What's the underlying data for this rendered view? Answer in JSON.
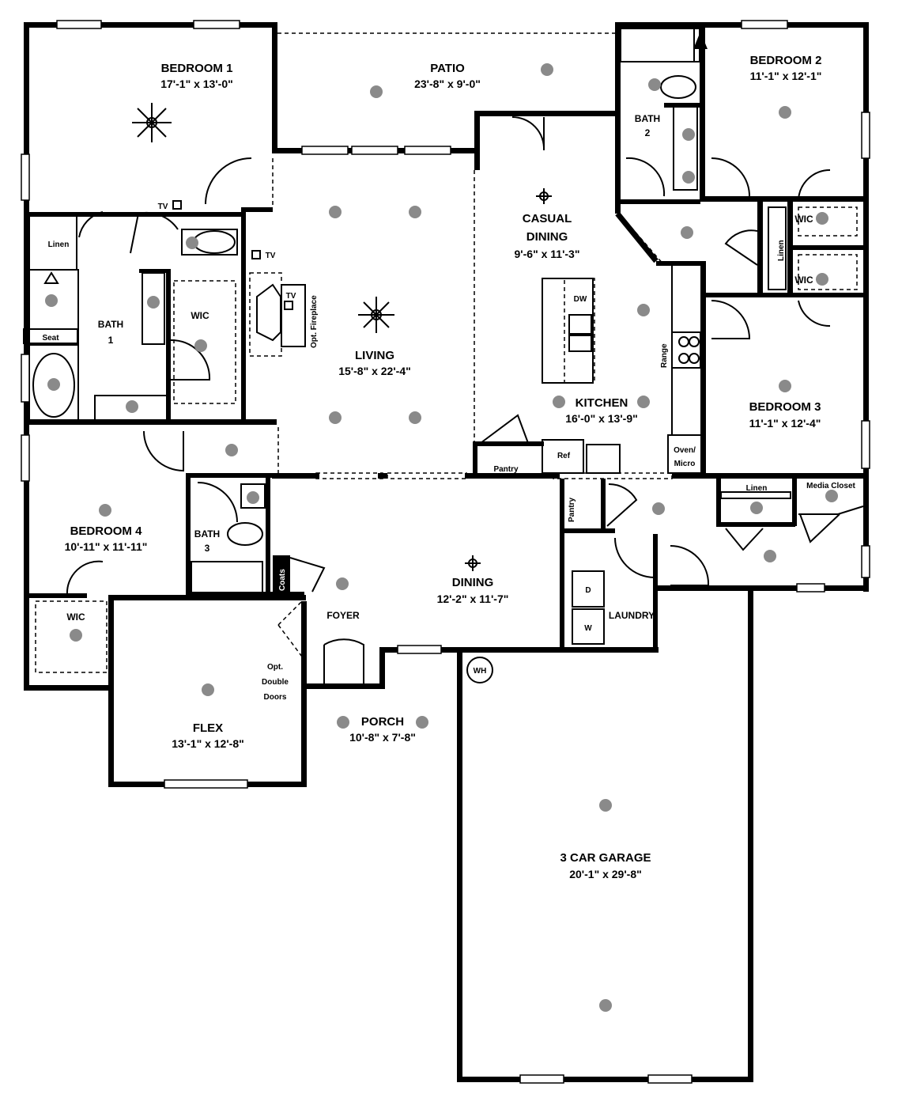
{
  "rooms": {
    "bedroom1": {
      "name": "BEDROOM 1",
      "dim": "17'-1\" x 13'-0\""
    },
    "patio": {
      "name": "PATIO",
      "dim": "23'-8\" x 9'-0\""
    },
    "bedroom2": {
      "name": "BEDROOM 2",
      "dim": "11'-1\" x 12'-1\""
    },
    "bath2": {
      "name": "BATH",
      "num": "2"
    },
    "casual_dining": {
      "name1": "CASUAL",
      "name2": "DINING",
      "dim": "9'-6\" x 11'-3\""
    },
    "living": {
      "name": "LIVING",
      "dim": "15'-8\" x 22'-4\""
    },
    "bath1": {
      "name": "BATH",
      "num": "1"
    },
    "kitchen": {
      "name": "KITCHEN",
      "dim": "16'-0\" x 13'-9\""
    },
    "bedroom3": {
      "name": "BEDROOM 3",
      "dim": "11'-1\" x 12'-4\""
    },
    "bedroom4": {
      "name": "BEDROOM 4",
      "dim": "10'-11\" x 11'-11\""
    },
    "bath3": {
      "name": "BATH",
      "num": "3"
    },
    "dining": {
      "name": "DINING",
      "dim": "12'-2\" x 11'-7\""
    },
    "foyer": {
      "name": "FOYER"
    },
    "laundry": {
      "name": "LAUNDRY"
    },
    "flex": {
      "name": "FLEX",
      "dim": "13'-1\" x 12'-8\""
    },
    "porch": {
      "name": "PORCH",
      "dim": "10'-8\" x 7'-8\""
    },
    "garage": {
      "name": "3 CAR GARAGE",
      "dim": "20'-1\" x 29'-8\""
    }
  },
  "labels": {
    "linen": "Linen",
    "seat": "Seat",
    "wic": "WIC",
    "tv": "TV",
    "opt_fireplace": "Opt. Fireplace",
    "dw": "DW",
    "range": "Range",
    "ref": "Ref",
    "pantry": "Pantry",
    "oven1": "Oven/",
    "oven2": "Micro",
    "media_closet": "Media Closet",
    "coats": "Coats",
    "opt_double_doors_1": "Opt.",
    "opt_double_doors_2": "Double",
    "opt_double_doors_3": "Doors",
    "wh": "WH",
    "dryer": "D",
    "washer": "W"
  }
}
